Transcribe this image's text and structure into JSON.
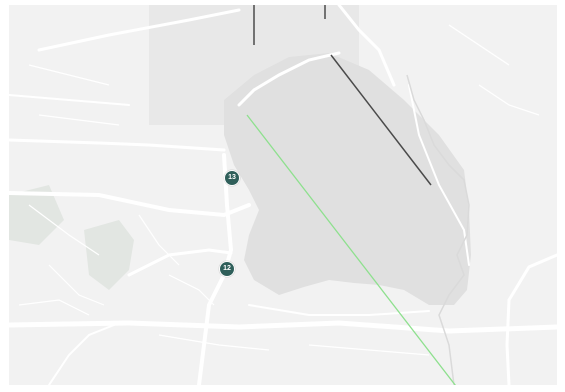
{
  "map": {
    "colors": {
      "land": "#f2f2f2",
      "airfield": "#e0e0e0",
      "road": "#ffffff",
      "runway": "#4a4a4a",
      "route_line": "#8ee08e",
      "marker_fill": "#2f5f5a",
      "park": "#e2e6e2"
    },
    "markers": [
      {
        "label": "13"
      },
      {
        "label": "12"
      }
    ],
    "route": {
      "name": "route-line"
    }
  }
}
